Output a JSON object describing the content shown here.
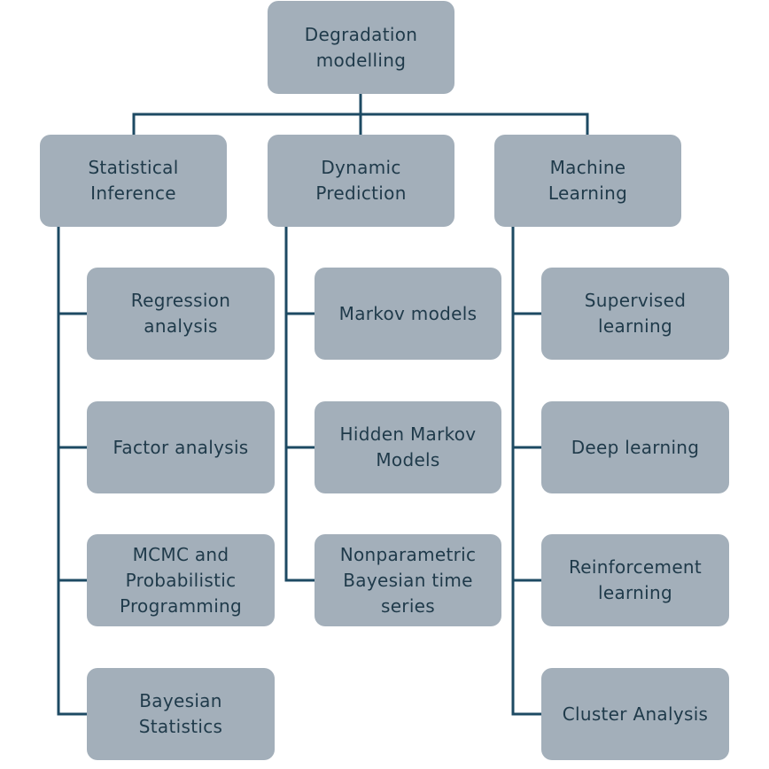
{
  "diagram": {
    "root": {
      "label": "Degradation\nmodelling"
    },
    "categories": [
      {
        "label": "Statistical\nInference",
        "children": [
          "Regression\nanalysis",
          "Factor analysis",
          "MCMC and\nProbabilistic\nProgramming",
          "Bayesian\nStatistics"
        ]
      },
      {
        "label": "Dynamic\nPrediction",
        "children": [
          "Markov models",
          "Hidden Markov\nModels",
          "Nonparametric\nBayesian time\nseries"
        ]
      },
      {
        "label": "Machine\nLearning",
        "children": [
          "Supervised\nlearning",
          "Deep learning",
          "Reinforcement\nlearning",
          "Cluster Analysis"
        ]
      }
    ],
    "colors": {
      "box_fill": "#a3afba",
      "text": "#1f3a4a",
      "connector": "#1d4a63"
    }
  }
}
